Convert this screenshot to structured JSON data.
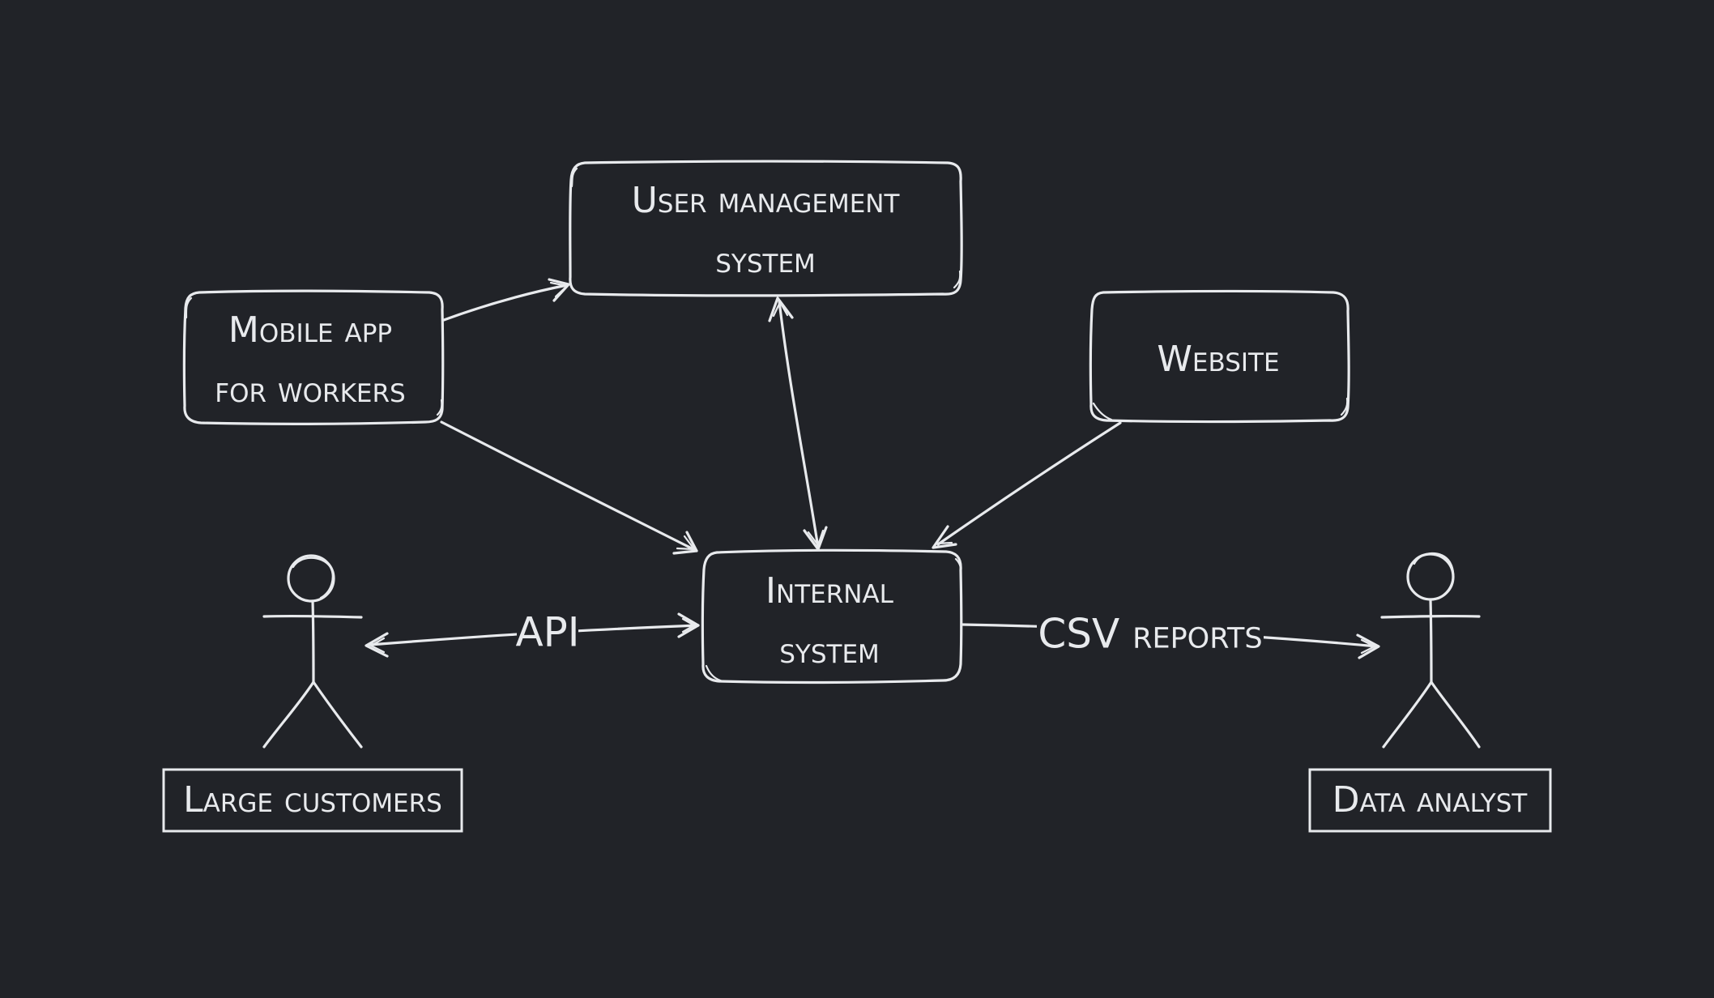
{
  "nodes": {
    "user_management": {
      "line1": "User management",
      "line2": "system"
    },
    "mobile_app": {
      "line1": "Mobile app",
      "line2": "for workers"
    },
    "website": {
      "line1": "Website"
    },
    "internal_system": {
      "line1": "Internal",
      "line2": "system"
    }
  },
  "actors": {
    "large_customers": {
      "label": "Large customers"
    },
    "data_analyst": {
      "label": "Data analyst"
    }
  },
  "edges": {
    "api": {
      "label": "API"
    },
    "csv": {
      "label": "CSV reports"
    }
  },
  "colors": {
    "background": "#212328",
    "stroke": "#e8eaed"
  }
}
